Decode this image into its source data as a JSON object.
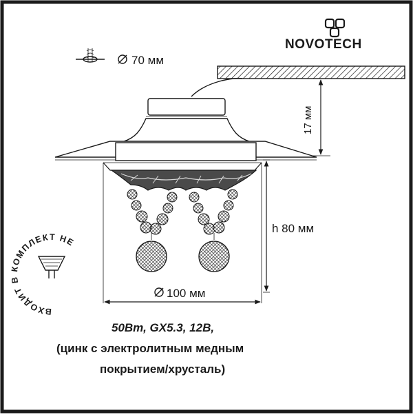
{
  "brand": {
    "name": "NOVOTECH"
  },
  "cutout": {
    "label": "70 мм"
  },
  "dimensions": {
    "ceiling_height": "17 мм",
    "height": "h 80 мм",
    "diameter": "100 мм"
  },
  "badge": {
    "text": "ВХОДИТ В КОМПЛЕКТ НЕ"
  },
  "specs": {
    "line1": "50Вт, GX5.3, 12В,",
    "line2": "(цинк с электролитным медным",
    "line3": "покрытием/хрусталь)"
  }
}
